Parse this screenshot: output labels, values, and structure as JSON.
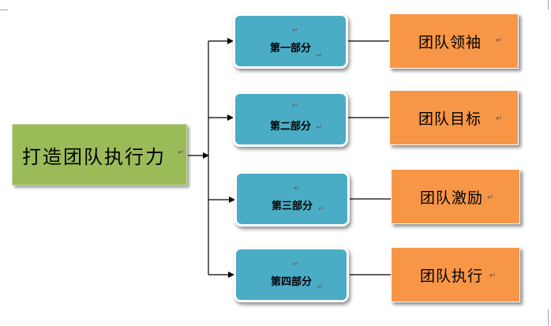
{
  "root": {
    "label": "打造团队执行力"
  },
  "parts": [
    {
      "label": "第一部分"
    },
    {
      "label": "第二部分"
    },
    {
      "label": "第三部分"
    },
    {
      "label": "第四部分"
    }
  ],
  "goals": [
    {
      "label": "团队领袖"
    },
    {
      "label": "团队目标"
    },
    {
      "label": "团队激励"
    },
    {
      "label": "团队执行"
    }
  ],
  "paragraph_mark": "↵",
  "colors": {
    "root_fill": "#9bbb59",
    "part_fill": "#4bacc6",
    "goal_fill": "#f79646",
    "connector": "#000000"
  }
}
